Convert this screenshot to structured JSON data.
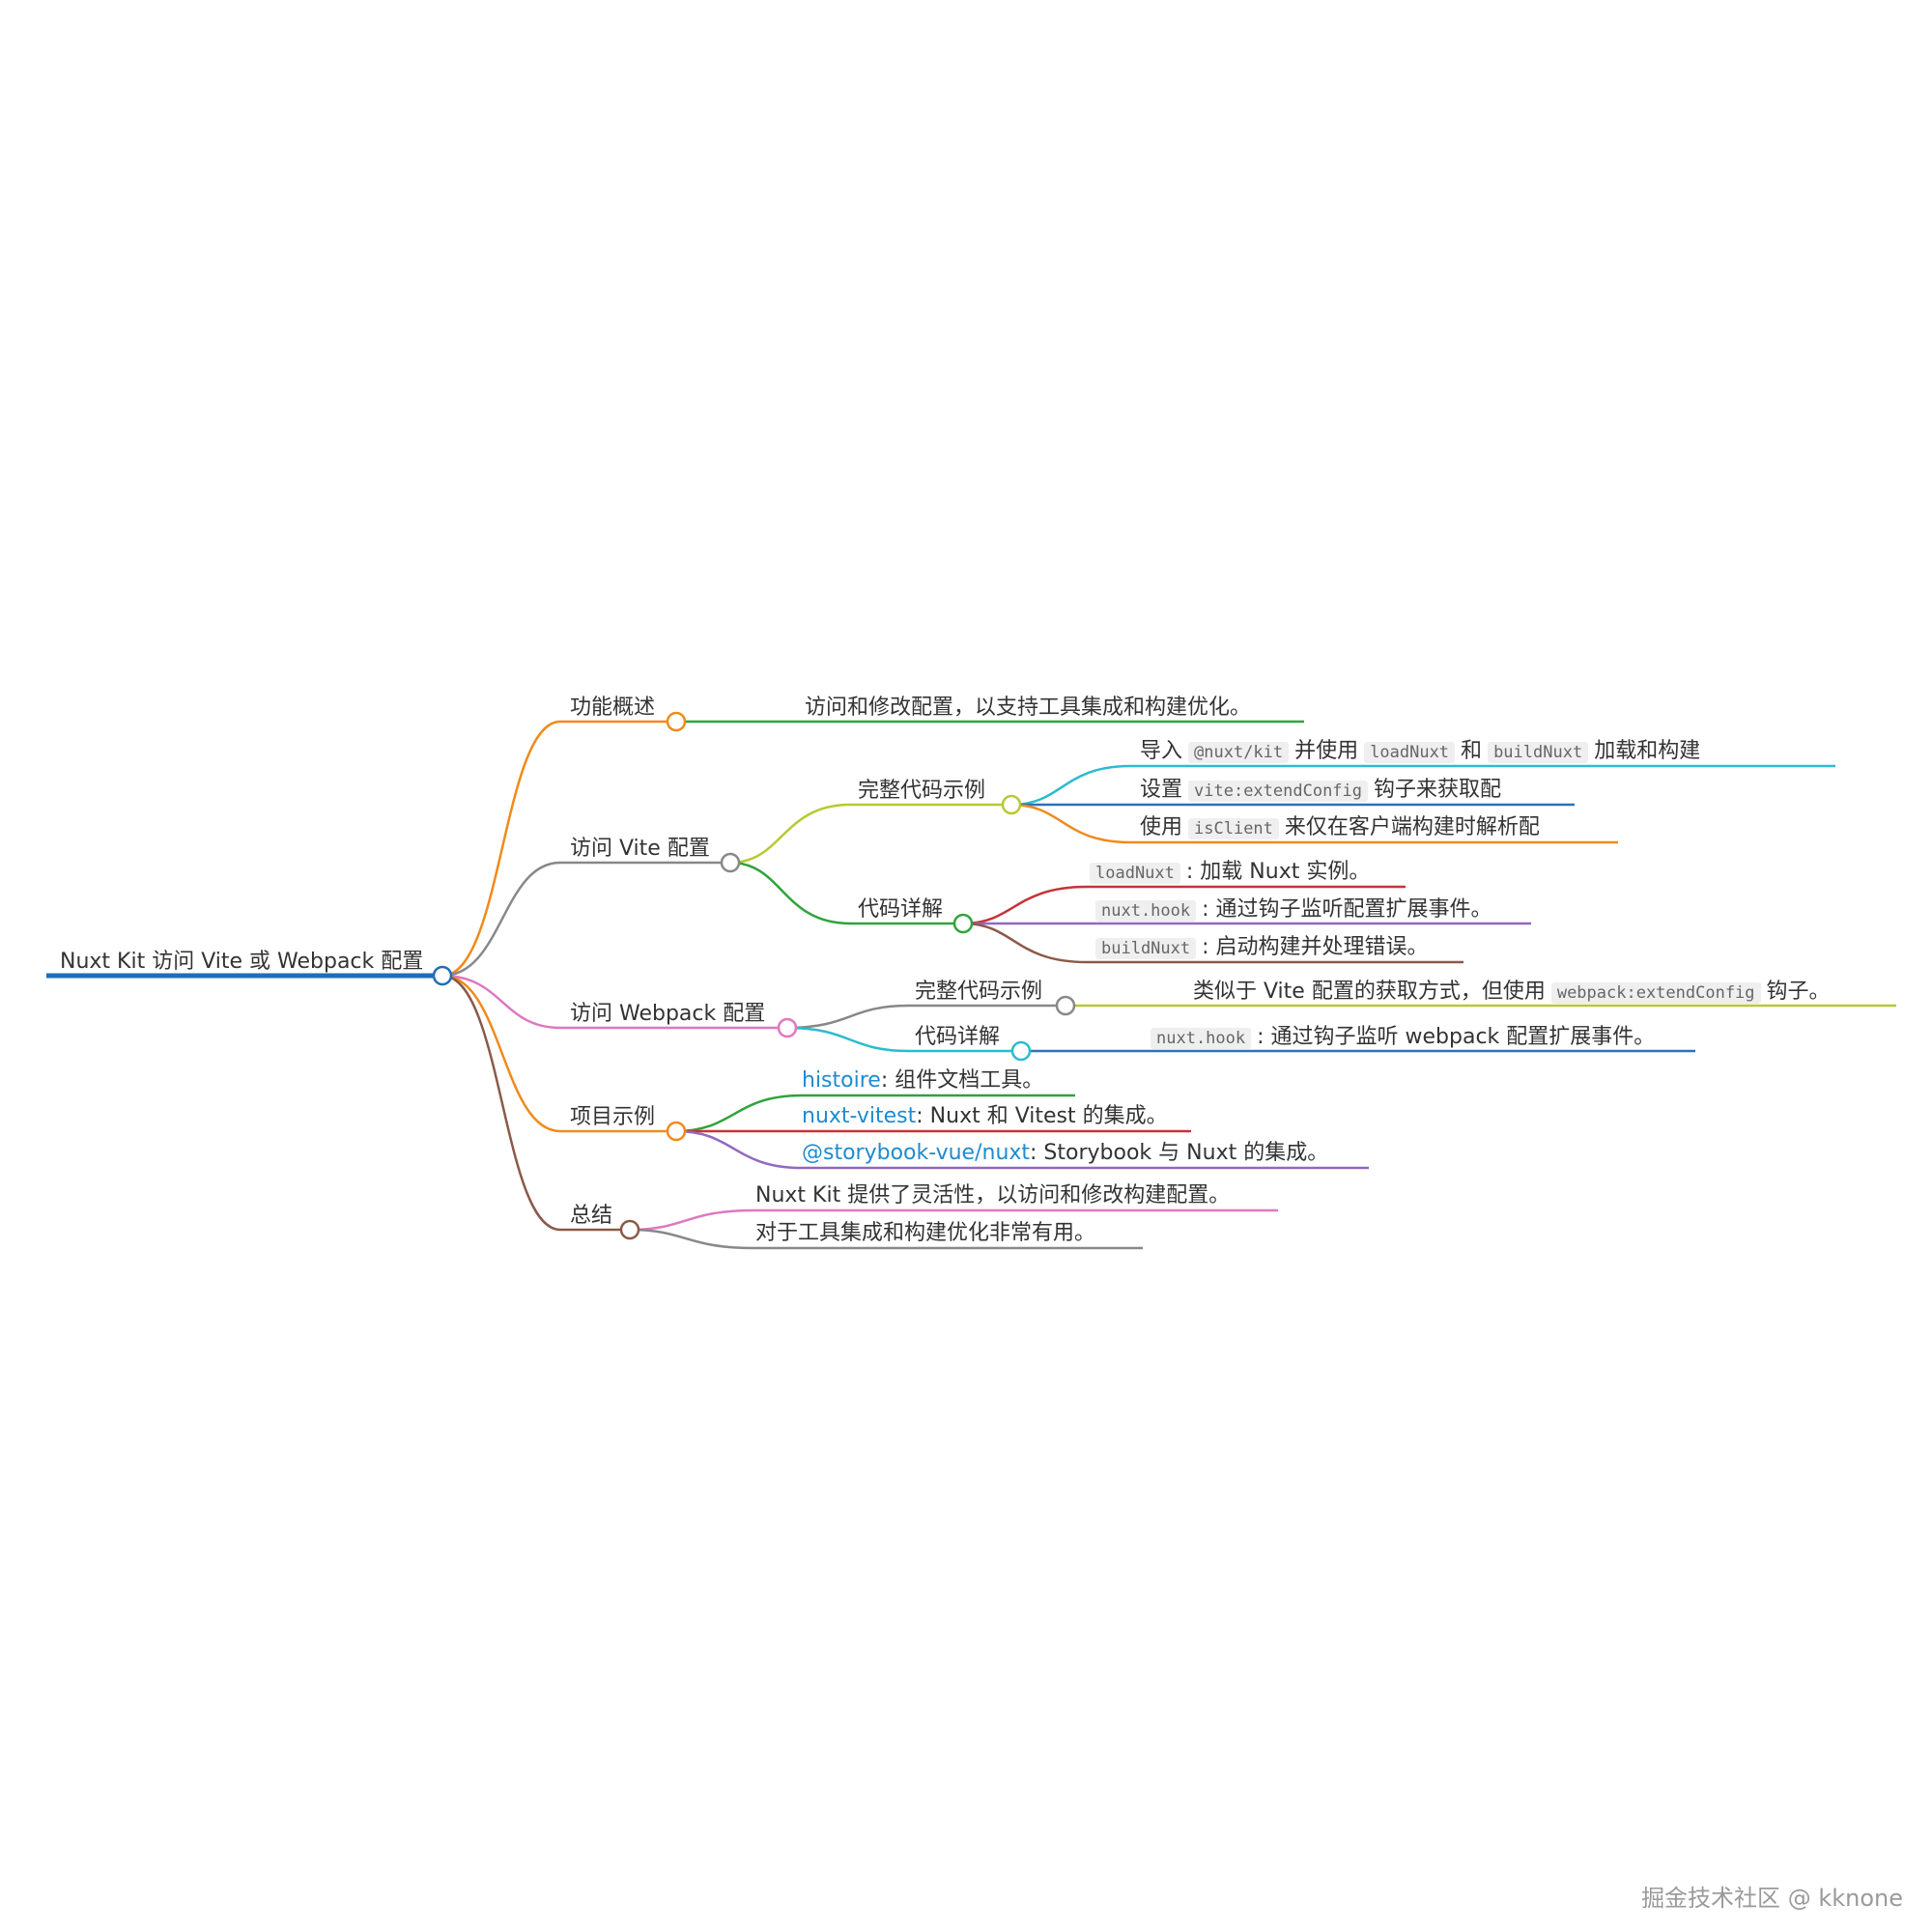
{
  "root": {
    "label": "Nuxt Kit 访问 Vite 或 Webpack 配置"
  },
  "overview": {
    "label": "功能概述",
    "text": "访问和修改配置，以支持工具集成和构建优化。"
  },
  "vite": {
    "label": "访问 Vite 配置",
    "example": {
      "label": "完整代码示例",
      "l1": {
        "a": "导入",
        "c1": "@nuxt/kit",
        "b": "并使用",
        "c2": "loadNuxt",
        "d": "和",
        "c3": "buildNuxt",
        "e": "加载和构建"
      },
      "l2": {
        "a": "设置",
        "c1": "vite:extendConfig",
        "b": "钩子来获取配"
      },
      "l3": {
        "a": "使用",
        "c1": "isClient",
        "b": "来仅在客户端构建时解析配"
      }
    },
    "detail": {
      "label": "代码详解",
      "l1": {
        "c": "loadNuxt",
        "t": ": 加载 Nuxt 实例。"
      },
      "l2": {
        "c": "nuxt.hook",
        "t": ": 通过钩子监听配置扩展事件。"
      },
      "l3": {
        "c": "buildNuxt",
        "t": ": 启动构建并处理错误。"
      }
    }
  },
  "webpack": {
    "label": "访问 Webpack 配置",
    "example": {
      "label": "完整代码示例",
      "a": "类似于 Vite 配置的获取方式，但使用",
      "c": "webpack:extendConfig",
      "b": "钩子。"
    },
    "detail": {
      "label": "代码详解",
      "c": "nuxt.hook",
      "t": ": 通过钩子监听 webpack 配置扩展事件。"
    }
  },
  "projects": {
    "label": "项目示例",
    "items": [
      {
        "name": "histoire",
        "desc": ": 组件文档工具。"
      },
      {
        "name": "nuxt-vitest",
        "desc": ": Nuxt 和 Vitest 的集成。"
      },
      {
        "name": "@storybook-vue/nuxt",
        "desc": ": Storybook 与 Nuxt 的集成。"
      }
    ]
  },
  "summary": {
    "label": "总结",
    "l1": "Nuxt Kit 提供了灵活性，以访问和修改构建配置。",
    "l2": "对于工具集成和构建优化非常有用。"
  },
  "watermark": "掘金技术社区 @ kknone",
  "colors": {
    "root": "#1f6eb4",
    "orange": "#f08a1c",
    "gray": "#888888",
    "olive": "#b8c832",
    "green": "#2fa33c",
    "cyan": "#2bbccf",
    "blue": "#2a72b8",
    "red": "#c83238",
    "purple": "#9368c0",
    "brown": "#8a5a48",
    "pink": "#df78c0"
  }
}
